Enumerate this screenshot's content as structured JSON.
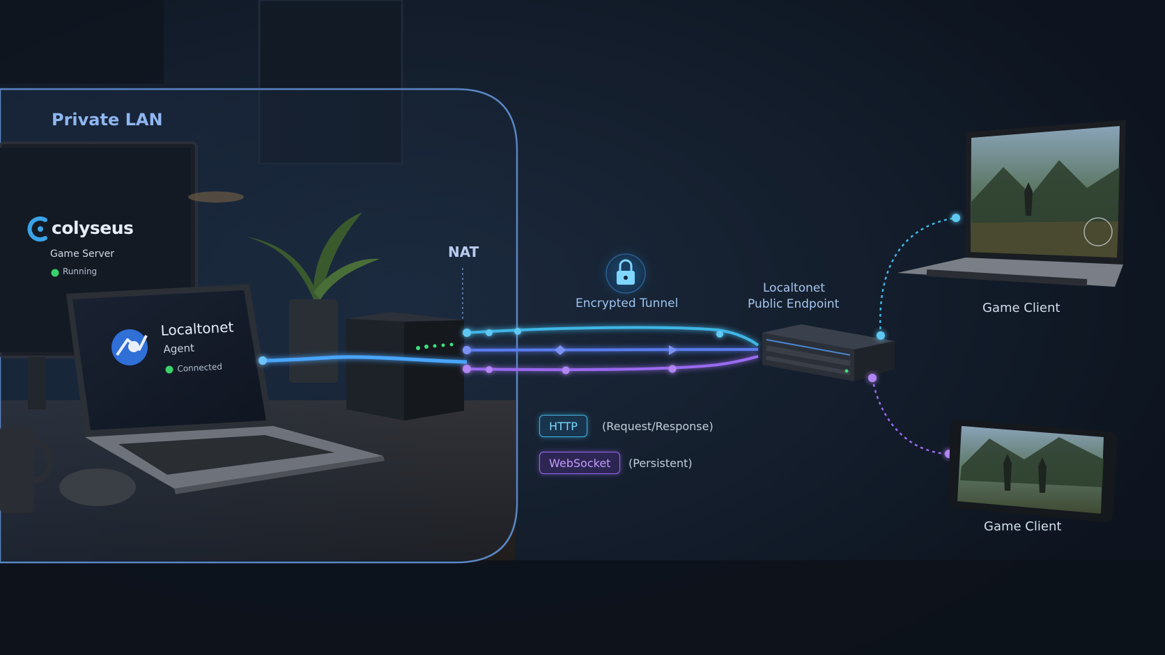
{
  "diagram": {
    "lan_title": "Private LAN",
    "nat_label": "NAT",
    "tunnel_label": "Encrypted Tunnel",
    "endpoint_label_line1": "Localtonet",
    "endpoint_label_line2": "Public Endpoint",
    "game_server": {
      "brand": "colyseus",
      "title": "Game Server",
      "status": "Running"
    },
    "agent": {
      "name": "Localtonet",
      "role": "Agent",
      "status": "Connected"
    },
    "clients": [
      {
        "label": "Game Client",
        "device": "laptop"
      },
      {
        "label": "Game Client",
        "device": "phone"
      }
    ],
    "protocols": [
      {
        "name": "HTTP",
        "description": "(Request/Response)",
        "color": "#3fb6e6"
      },
      {
        "name": "WebSocket",
        "description": "(Persistent)",
        "color": "#9a6af0"
      }
    ],
    "colors": {
      "accent_cyan": "#3fb6e6",
      "accent_blue": "#5a7cf0",
      "accent_purple": "#9a6af0",
      "status_green": "#39d26a"
    },
    "icons": [
      "lock-icon",
      "colyseus-logo-icon",
      "localtonet-logo-icon"
    ]
  }
}
